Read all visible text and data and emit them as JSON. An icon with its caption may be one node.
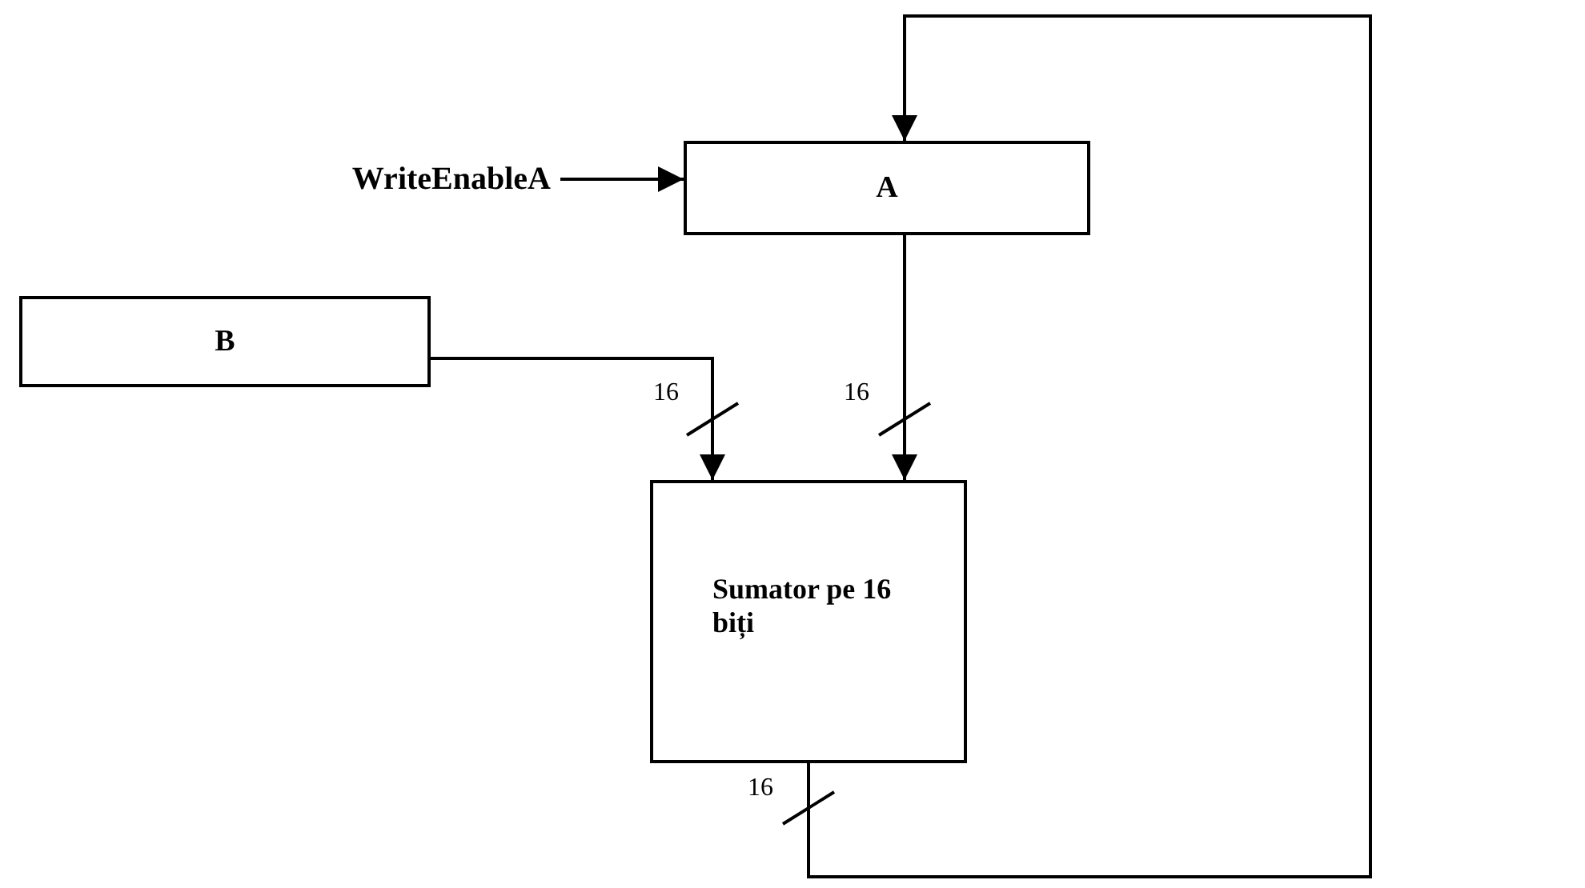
{
  "diagram": {
    "nodes": [
      {
        "text": [
          "WriteEnableA"
        ]
      },
      {
        "text": [
          "A"
        ]
      },
      {
        "text": [
          "B"
        ]
      },
      {
        "text": [
          "Sumator pe 16 biți"
        ]
      }
    ],
    "edges": [
      {
        "from": 0,
        "to": 1,
        "arrow": "to"
      },
      {
        "from": 2,
        "to": 3,
        "arrow": "to"
      },
      {
        "from": 1,
        "to": 3,
        "arrow": "to"
      },
      {
        "from": 3,
        "to": 1,
        "arrow": "to"
      }
    ],
    "labels": [
      "16",
      "16",
      "16"
    ]
  }
}
